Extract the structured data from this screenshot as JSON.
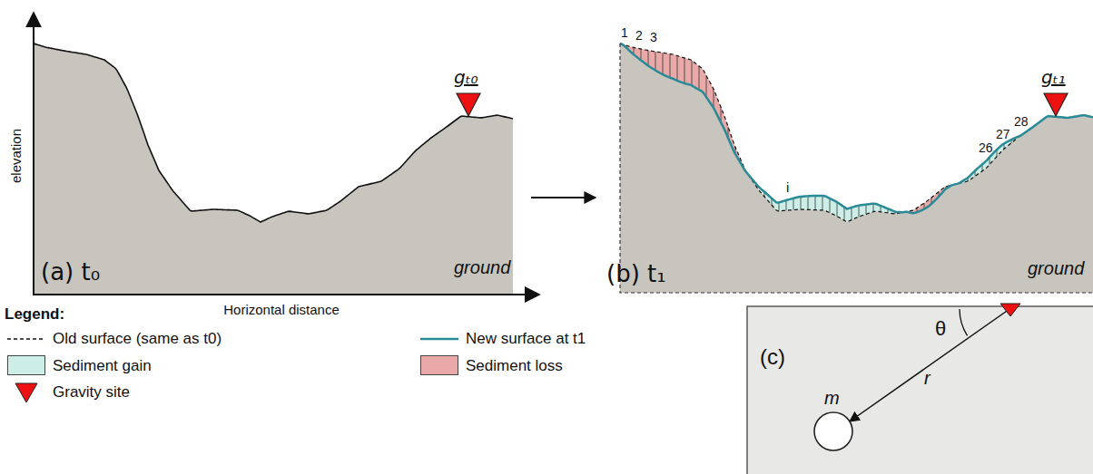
{
  "diagram": {
    "nodes": [
      {
        "text": [
          "(a) t₀",
          "ground"
        ]
      },
      {
        "text": [
          "(b) t₁",
          "ground"
        ]
      },
      {
        "text": [
          "(c)"
        ]
      }
    ],
    "edges": [
      {
        "from": 0,
        "to": 1,
        "arrow": "to"
      }
    ],
    "labels": [
      "elevation",
      "Horizontal distance",
      "gₜ₀",
      "1",
      "2",
      "3",
      "i",
      "26",
      "27",
      "28",
      "gₜ₁",
      "Legend:",
      "θ",
      "m",
      "r"
    ],
    "legend": [
      {
        "text": "Old surface (same as t0)"
      },
      {
        "text": "New surface at t1"
      },
      {
        "text": "Sediment gain",
        "color": "#cdeee6"
      },
      {
        "text": "Sediment loss",
        "color": "#e9a9a9"
      },
      {
        "text": "Gravity site"
      }
    ]
  }
}
